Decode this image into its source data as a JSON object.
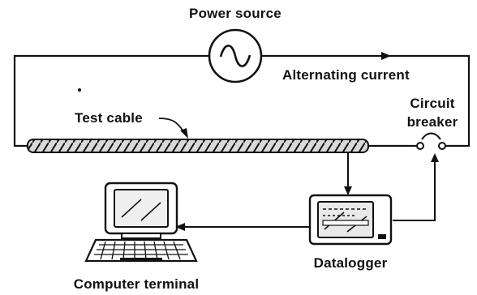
{
  "labels": {
    "power_source": "Power source",
    "alternating_current": "Alternating current",
    "test_cable": "Test cable",
    "circuit_breaker_line1": "Circuit",
    "circuit_breaker_line2": "breaker",
    "datalogger": "Datalogger",
    "computer_terminal": "Computer terminal"
  },
  "colors": {
    "ink": "#111111",
    "background": "#ffffff"
  }
}
